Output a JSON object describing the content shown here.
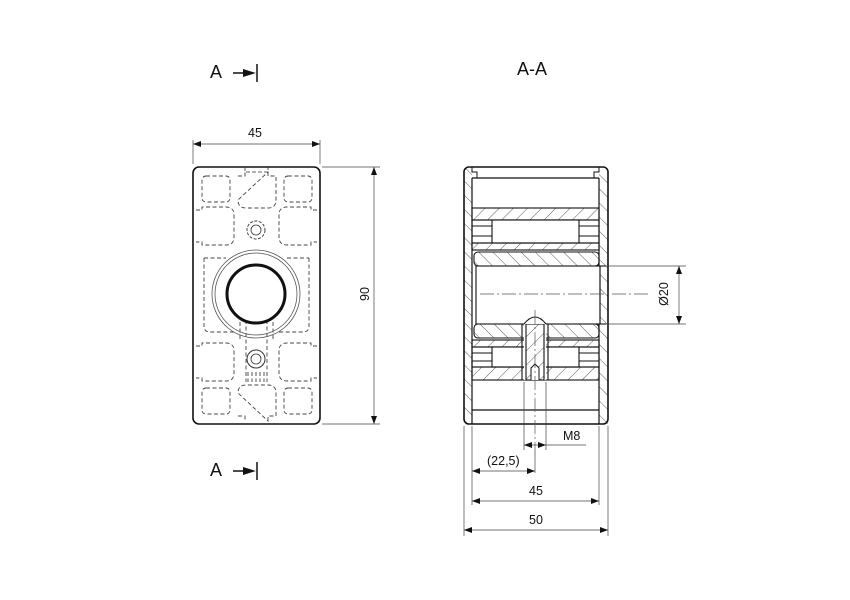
{
  "drawing": {
    "section_marker_top": "A",
    "section_marker_bottom": "A",
    "section_title": "A-A",
    "front_view": {
      "width_dim": "45",
      "height_dim": "90"
    },
    "section_view": {
      "bore_dim": "Ø20",
      "thread_dim": "M8",
      "offset_dim": "(22,5)",
      "inner_width_dim": "45",
      "overall_width_dim": "50"
    },
    "colors": {
      "line": "#111111",
      "thin": "#555555",
      "background": "#ffffff"
    }
  }
}
